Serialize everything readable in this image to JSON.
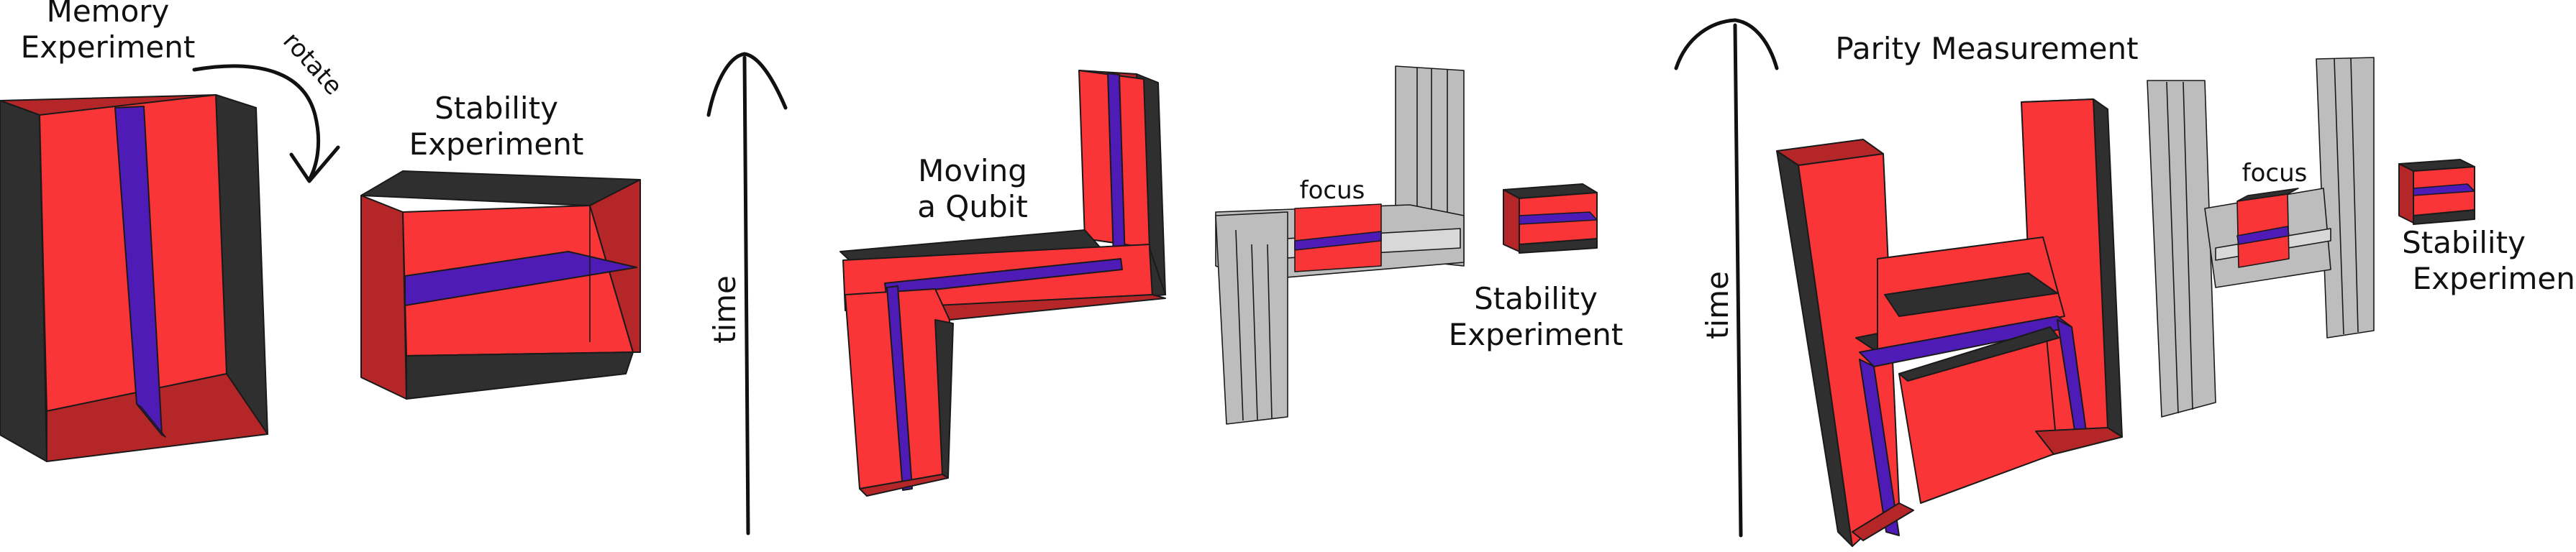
{
  "colors": {
    "red": "#fa3537",
    "red_dark": "#b52628",
    "red_mid": "#d42e30",
    "blue": "#4f1bb7",
    "blue_dark": "#3a1290",
    "black_face": "#2f2f2f",
    "gray": "#bdbdbd",
    "gray_dark": "#8e8e8e",
    "gray_light": "#d8d8d8"
  },
  "labels": {
    "memory_experiment_line1": "Memory",
    "memory_experiment_line2": "Experiment",
    "rotate": "rotate",
    "stability_experiment_1_line1": "Stability",
    "stability_experiment_1_line2": "Experiment",
    "time_1": "time",
    "moving_qubit_line1": "Moving",
    "moving_qubit_line2": "a Qubit",
    "focus_1": "focus",
    "stability_experiment_2_line1": "Stability",
    "stability_experiment_2_line2": "Experiment",
    "time_2": "time",
    "parity_measurement": "Parity Measurement",
    "focus_2": "focus",
    "stability_experiment_3_line1": "Stability",
    "stability_experiment_3_line2": "Experiment"
  }
}
